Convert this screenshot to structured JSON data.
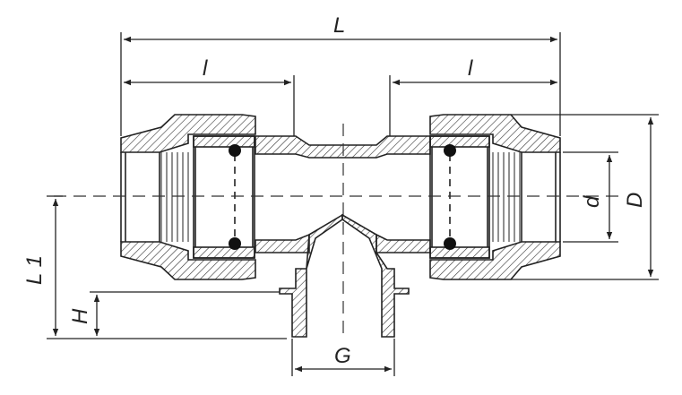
{
  "dimensions": {
    "overall_length": "L",
    "socket_length_left": "l",
    "socket_length_right": "l",
    "pipe_diameter": "d",
    "outer_diameter": "D",
    "branch_height": "L 1",
    "thread_height": "H",
    "thread_size": "G"
  },
  "colors": {
    "line": "#222222",
    "hatch": "#333333",
    "background": "#ffffff"
  }
}
